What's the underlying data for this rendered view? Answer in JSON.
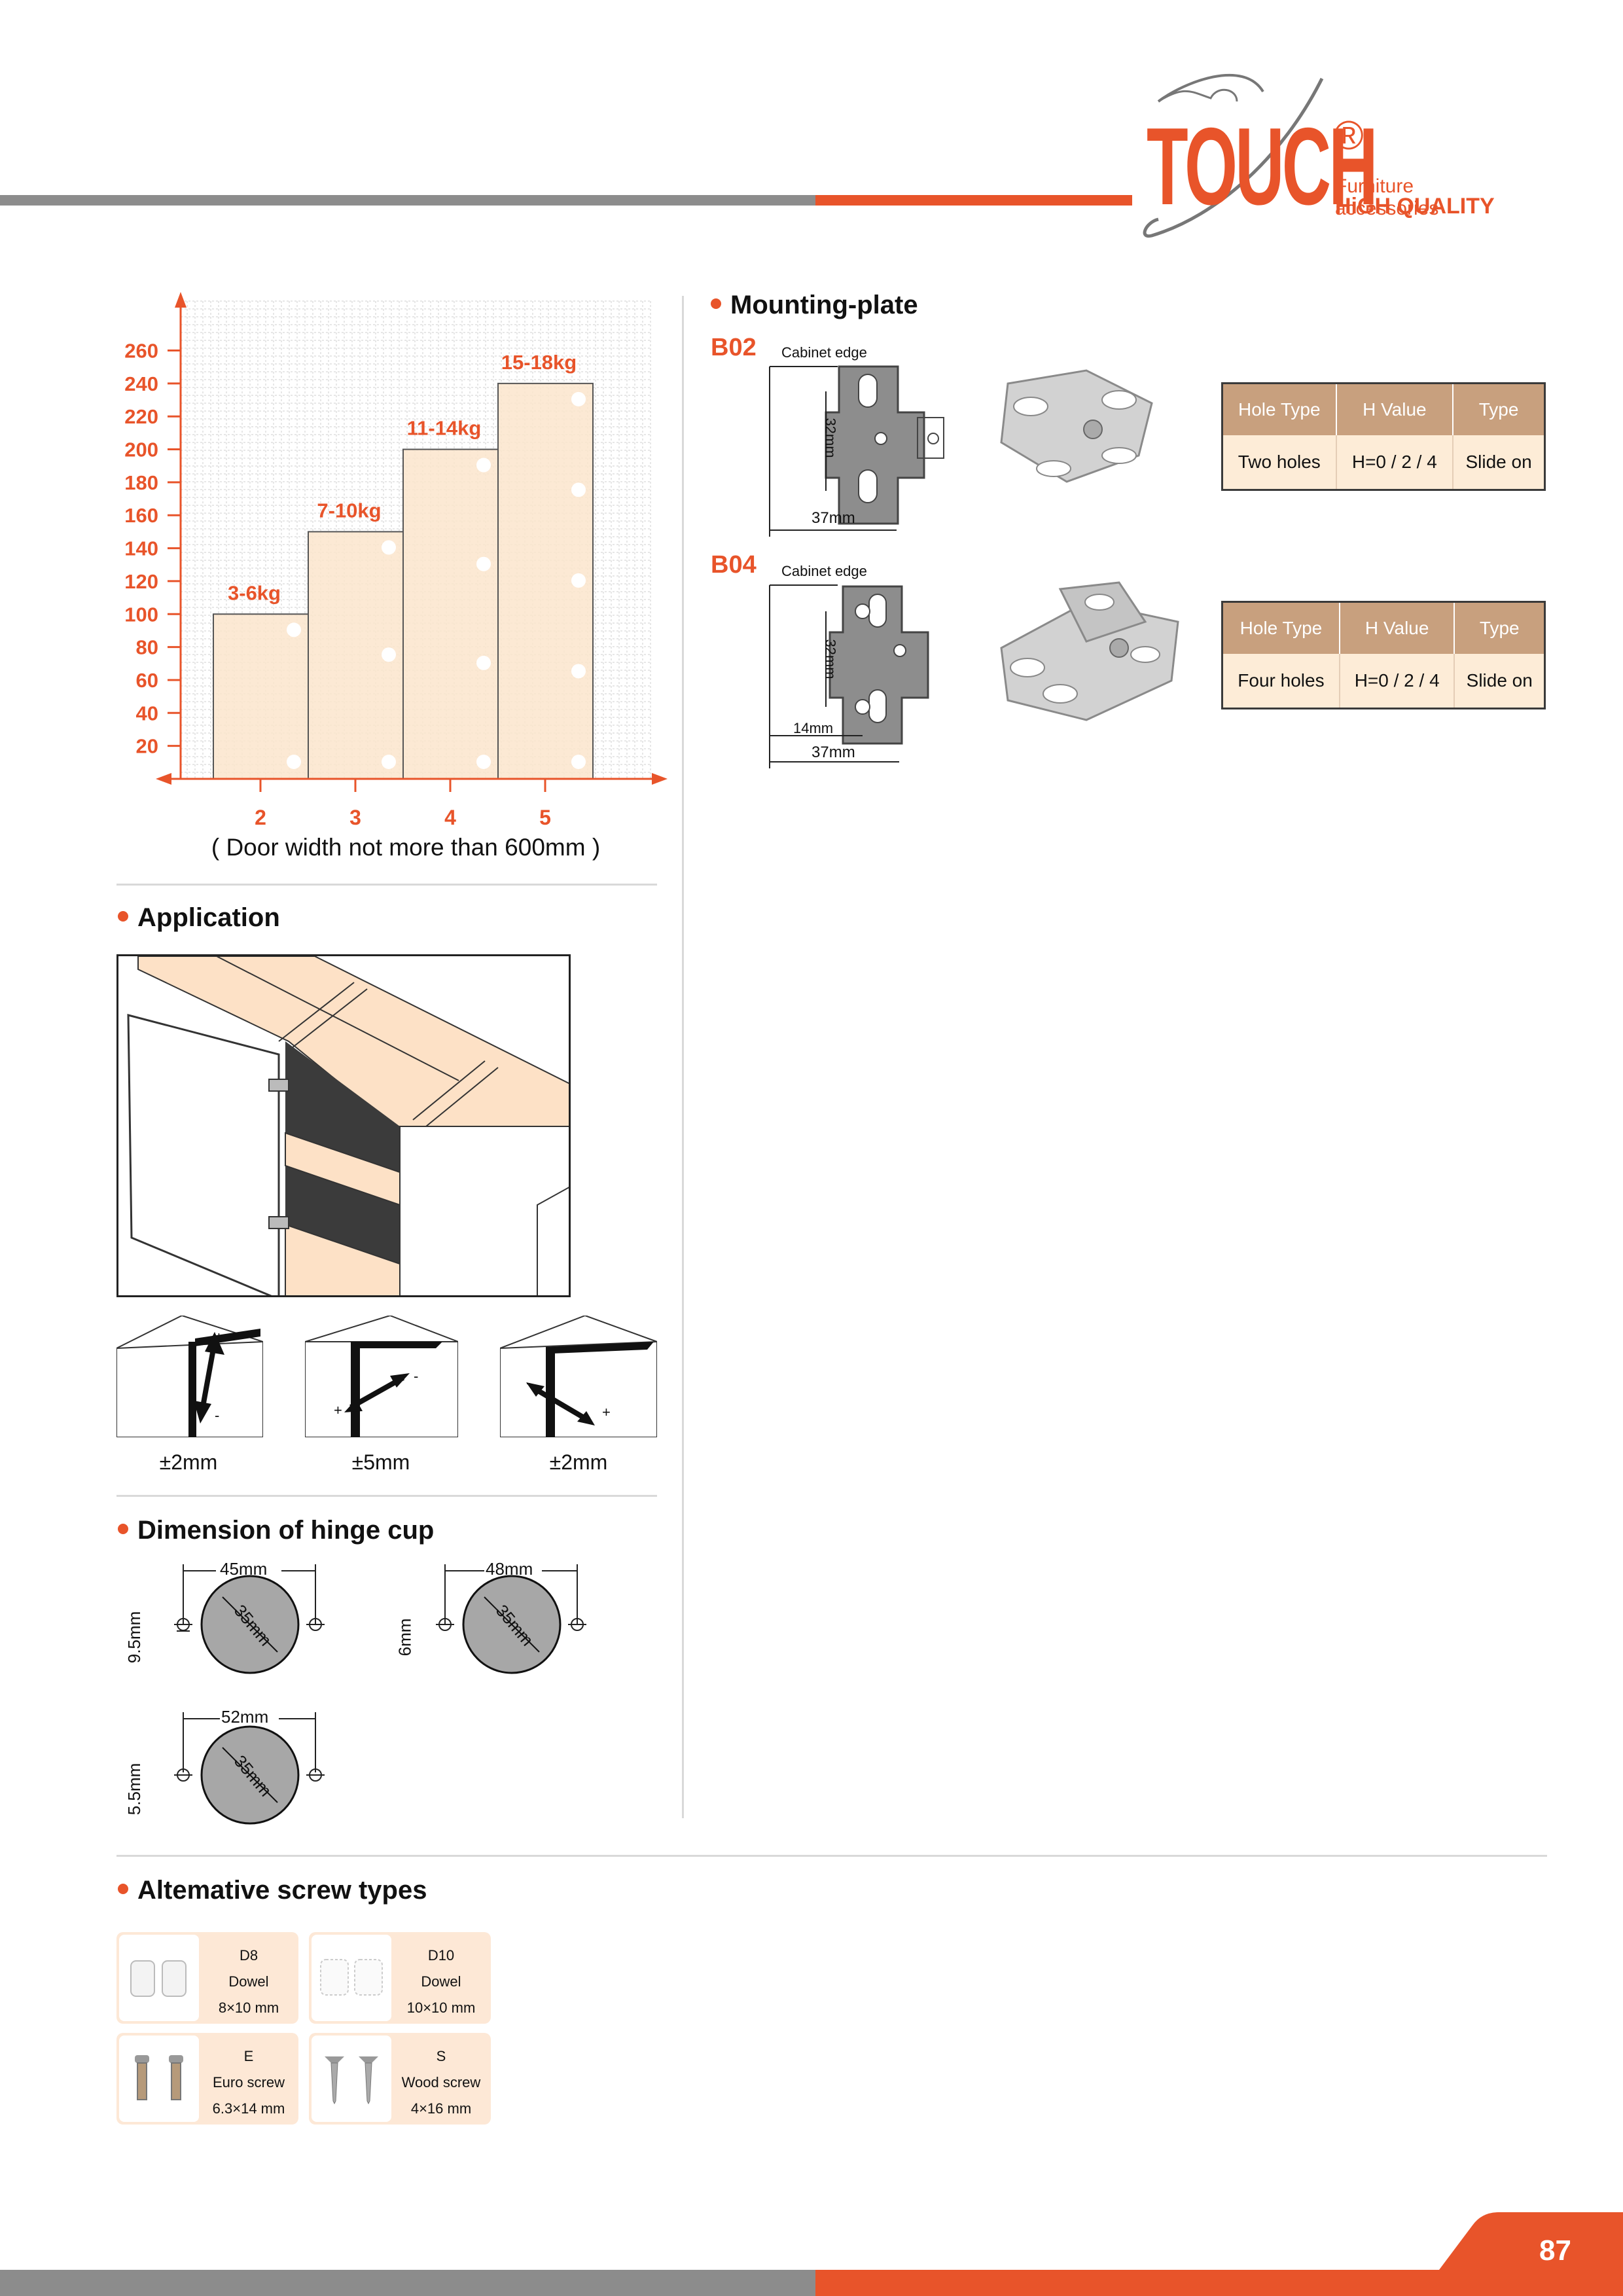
{
  "brand": {
    "name": "TOUCH",
    "registered": "®",
    "tagline_1": "Furniture accessories",
    "tagline_2": "HiGH QUALITY",
    "color_orange": "#e8542a",
    "color_gray": "#8c8c8c"
  },
  "chart_data": {
    "type": "bar",
    "categories": [
      "2",
      "3",
      "4",
      "5"
    ],
    "values": [
      100,
      150,
      200,
      240
    ],
    "bar_labels": [
      "3-6kg",
      "7-10kg",
      "11-14kg",
      "15-18kg"
    ],
    "y_ticks": [
      20,
      40,
      60,
      80,
      100,
      120,
      140,
      160,
      180,
      200,
      220,
      240,
      260
    ],
    "ylim": [
      0,
      290
    ],
    "xlabel": "( Door width not more than 600mm )",
    "ylabel": "",
    "title": "",
    "grid": true,
    "bar_color": "#fce5cc",
    "axis_color": "#e8542a"
  },
  "application": {
    "title": "Application",
    "adjustments": [
      "±2mm",
      "±5mm",
      "±2mm"
    ],
    "signs": {
      "plus": "+",
      "minus": "-"
    }
  },
  "hinge_cup": {
    "title": "Dimension of hinge cup",
    "cups": [
      {
        "width": "45mm",
        "offset": "9.5mm",
        "diameter": "35mm"
      },
      {
        "width": "48mm",
        "offset": "6mm",
        "diameter": "35mm"
      },
      {
        "width": "52mm",
        "offset": "5.5mm",
        "diameter": "35mm"
      }
    ]
  },
  "mounting_plate": {
    "title": "Mounting-plate",
    "items": [
      {
        "code": "B02",
        "cabinet_edge": "Cabinet edge",
        "dim_height": "32mm",
        "dim_width": "37mm",
        "table": {
          "headers": [
            "Hole Type",
            "H Value",
            "Type"
          ],
          "row": [
            "Two holes",
            "H=0 / 2 / 4",
            "Slide on"
          ]
        }
      },
      {
        "code": "B04",
        "cabinet_edge": "Cabinet edge",
        "dim_height": "32mm",
        "dim_width": "37mm",
        "dim_small": "14mm",
        "table": {
          "headers": [
            "Hole Type",
            "H Value",
            "Type"
          ],
          "row": [
            "Four holes",
            "H=0 / 2 / 4",
            "Slide on"
          ]
        }
      }
    ]
  },
  "screws": {
    "title": "Altemative screw types",
    "items": [
      {
        "code": "D8",
        "name": "Dowel",
        "size": "8×10 mm"
      },
      {
        "code": "D10",
        "name": "Dowel",
        "size": "10×10 mm"
      },
      {
        "code": "E",
        "name": "Euro screw",
        "size": "6.3×14 mm"
      },
      {
        "code": "S",
        "name": "Wood screw",
        "size": "4×16 mm"
      }
    ]
  },
  "page_number": "87"
}
